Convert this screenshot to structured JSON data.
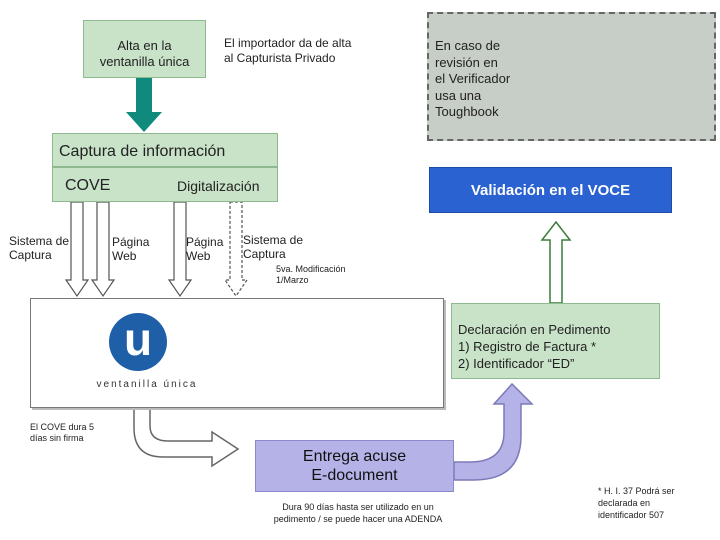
{
  "top": {
    "alta_ventanilla": "Alta en la\nventanilla única",
    "importador": "El importador da de alta\nal Capturista Privado",
    "toughbook": "En caso de\nrevisión en\nel Verificador\nusa una\nToughbook"
  },
  "captura": {
    "title": "Captura de información",
    "cove": "COVE",
    "digitalizacion": "Digitalización"
  },
  "validacion": "Validación en el VOCE",
  "arrows": {
    "sistema_captura_1": "Sistema de\nCaptura",
    "pagina_web_1": "Página\nWeb",
    "pagina_web_2": "Página\nWeb",
    "sistema_captura_2": "Sistema de\nCaptura",
    "modificacion": "5va. Modificación\n1/Marzo"
  },
  "logo": {
    "letter": "u",
    "caption": "ventanilla única"
  },
  "declaracion": {
    "title": "Declaración en Pedimento",
    "item1": "1)  Registro de Factura *",
    "item2": "2)  Identificador “ED”"
  },
  "cove_nota": "El COVE dura 5\ndías sin firma",
  "entrega": {
    "title": "Entrega acuse\nE-document",
    "note": "Dura 90 días hasta ser utilizado en un\npedimento / se puede hacer una ADENDA"
  },
  "footnote": "* H. I. 37 Podrá ser\ndeclarada en\nidentificador 507",
  "colors": {
    "green_box": "#c9e3c9",
    "teal_arrow": "#0f8a7d",
    "blue_box": "#2a62d1",
    "purple_box": "#b4b2e6",
    "logo_blue": "#1f5fa8"
  }
}
